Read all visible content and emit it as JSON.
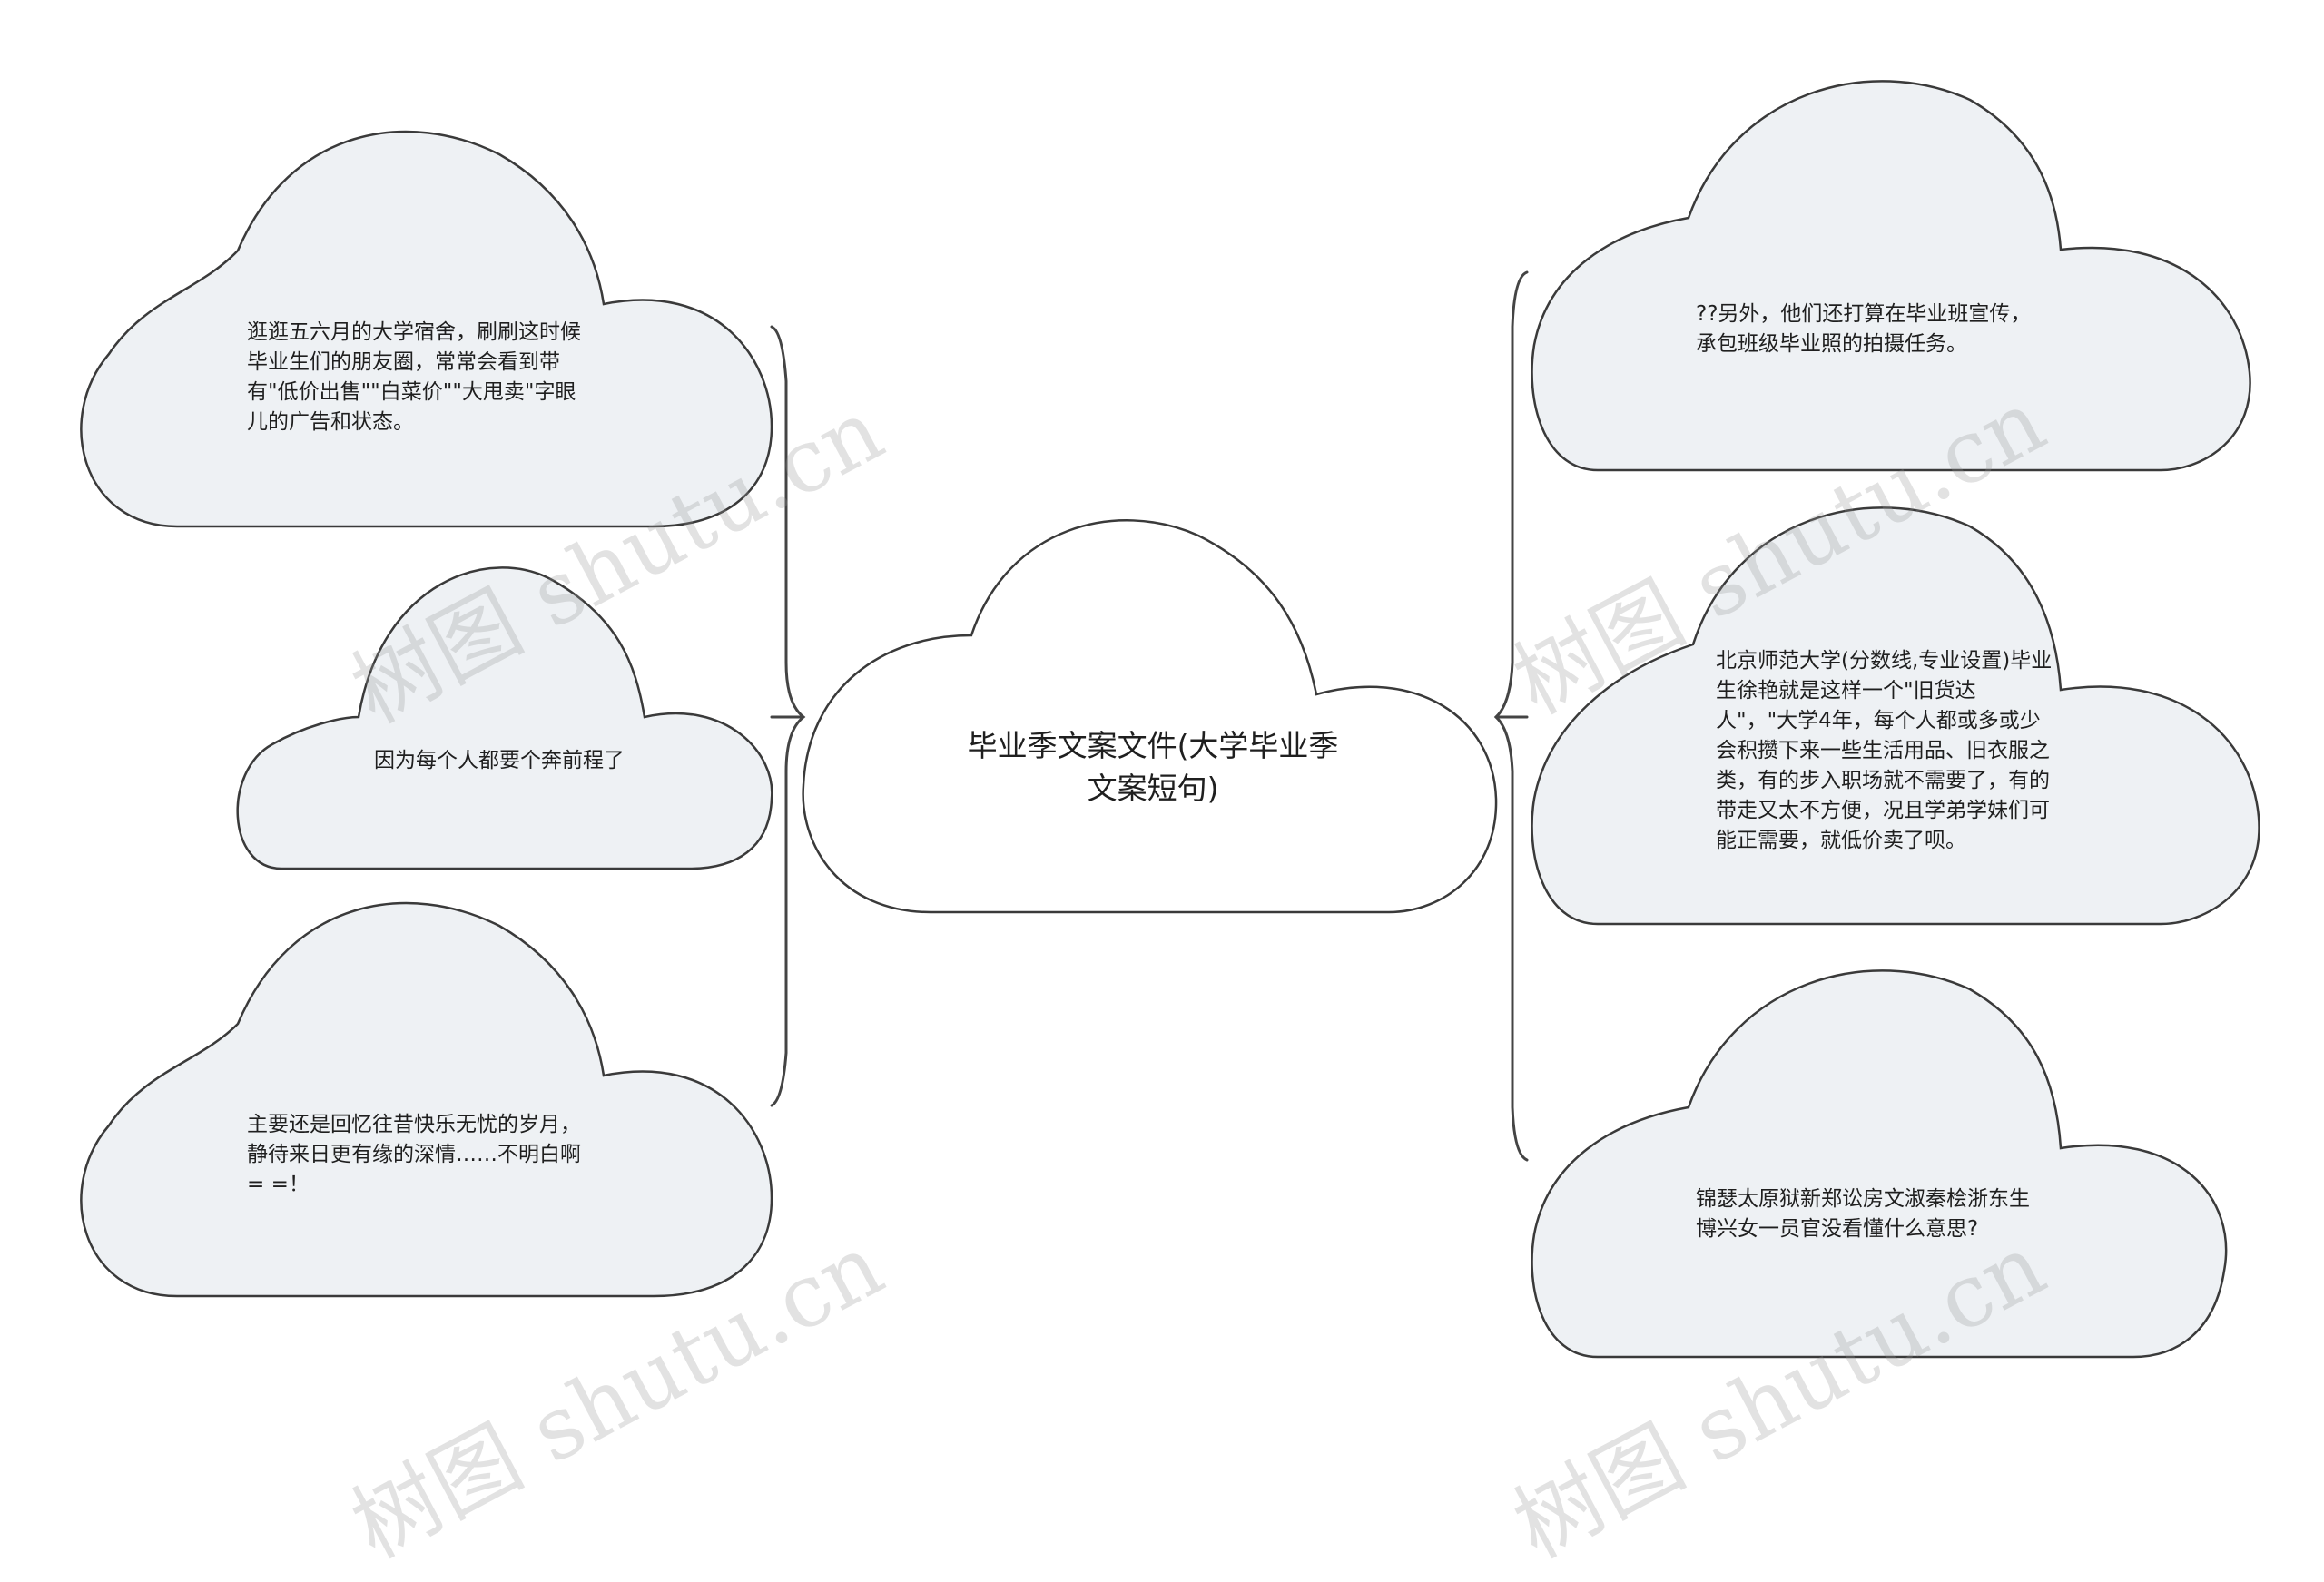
{
  "center": {
    "title": "毕业季文案文件(大学毕业季文案短句)"
  },
  "left_nodes": [
    {
      "text": "逛逛五六月的大学宿舍，刷刷这时候毕业生们的朋友圈，常常会看到带有\"低价出售\"\"白菜价\"\"大甩卖\"字眼儿的广告和状态。"
    },
    {
      "text": "因为每个人都要个奔前程了"
    },
    {
      "text": "主要还是回忆往昔快乐无忧的岁月，静待来日更有缘的深情……不明白啊 = =！"
    }
  ],
  "right_nodes": [
    {
      "text": "??另外，他们还打算在毕业班宣传，承包班级毕业照的拍摄任务。"
    },
    {
      "text": "北京师范大学(分数线,专业设置)毕业生徐艳就是这样一个\"旧货达人\"，\"大学4年，每个人都或多或少会积攒下来一些生活用品、旧衣服之类，有的步入职场就不需要了，有的带走又太不方便，况且学弟学妹们可能正需要，就低价卖了呗。"
    },
    {
      "text": "锦瑟太原狱新郑讼房文淑秦桧浙东生博兴女一员官没看懂什么意思?"
    }
  ],
  "watermark": {
    "text": "树图 shutu.cn"
  },
  "colors": {
    "node_fill": "#eef1f4",
    "center_fill": "#ffffff",
    "stroke": "#3a3a3a",
    "connector": "#444444"
  }
}
